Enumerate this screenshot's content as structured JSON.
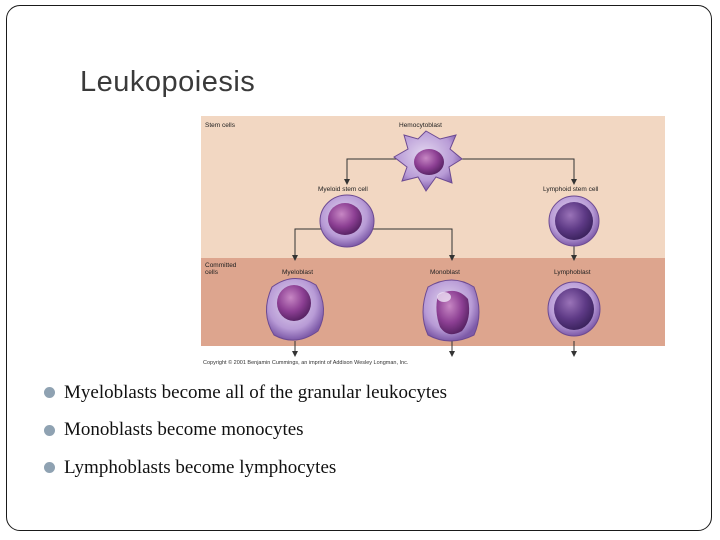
{
  "slide": {
    "title": "Leukopoiesis",
    "bullets": [
      "Myeloblasts become all of the granular leukocytes",
      "Monoblasts become monocytes",
      "Lymphoblasts become lymphocytes"
    ]
  },
  "figure": {
    "section_labels": [
      "Stem cells",
      "Committed",
      "cells"
    ],
    "cell_labels": {
      "stem": "Hemocytoblast",
      "myeloid": "Myeloid stem cell",
      "lymphoid": "Lymphoid stem cell",
      "myeloblast": "Myeloblast",
      "monoblast": "Monoblast",
      "lymphoblast": "Lymphoblast"
    },
    "copyright": "Copyright © 2001 Benjamin Cummings, an imprint of Addison Wesley Longman, Inc.",
    "colors": {
      "top_band": "#f2d7c2",
      "bottom_band": "#dda58e",
      "cell_light": "#c7b4df",
      "cell_nucleus": "#8a4fa0",
      "bullet": "#8fa2b2"
    }
  }
}
